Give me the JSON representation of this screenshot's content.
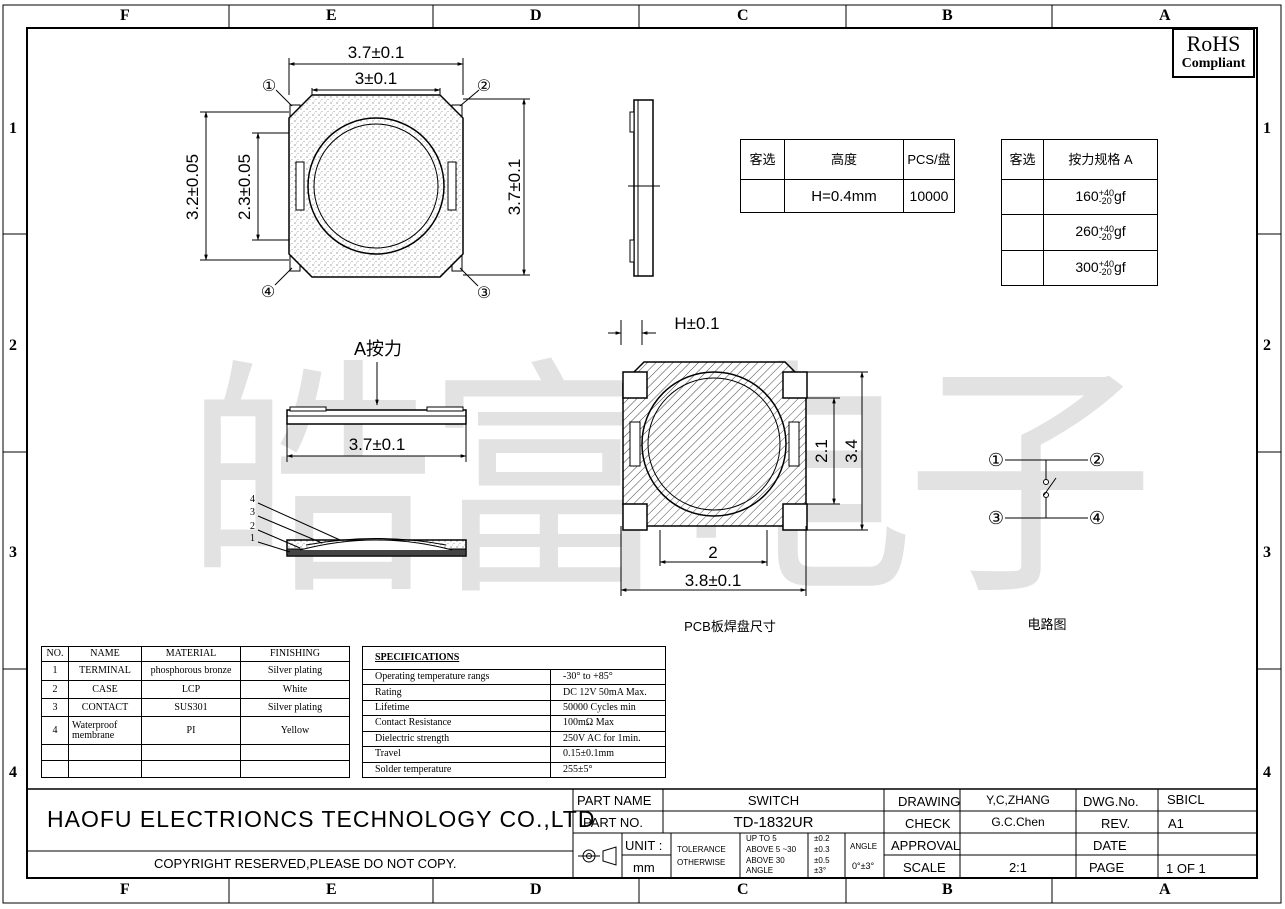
{
  "border": {
    "columns": [
      "F",
      "E",
      "D",
      "C",
      "B",
      "A"
    ],
    "rows": [
      "1",
      "2",
      "3",
      "4"
    ]
  },
  "rohs": {
    "line1": "RoHS",
    "line2": "Compliant"
  },
  "watermark": "皓富电子",
  "top_view": {
    "dim_outer_width": "3.7±0.1",
    "dim_inner_width": "3±0.1",
    "dim_left_outer": "3.2±0.05",
    "dim_left_inner": "2.3±0.05",
    "dim_right": "3.7±0.1",
    "pins": [
      "①",
      "②",
      "③",
      "④"
    ]
  },
  "height_table": {
    "headers": [
      "客选",
      "高度",
      "PCS/盘"
    ],
    "row": [
      "",
      "H=0.4mm",
      "10000"
    ]
  },
  "force_table": {
    "headers": [
      "客选",
      "按力规格 A"
    ],
    "rows": [
      {
        "base": "160",
        "sup": "+40",
        "sub": "-20",
        "unit": "gf"
      },
      {
        "base": "260",
        "sup": "+40",
        "sub": "-20",
        "unit": "gf"
      },
      {
        "base": "300",
        "sup": "+40",
        "sub": "-20",
        "unit": "gf"
      }
    ]
  },
  "side_view": {
    "force_label": "A按力",
    "dim_width": "3.7±0.1"
  },
  "exploded_view": {
    "labels": [
      "4",
      "3",
      "2",
      "1"
    ]
  },
  "pcb_view": {
    "dim_h": "H±0.1",
    "dim_inner_w": "2",
    "dim_outer_w": "3.8±0.1",
    "dim_inner_h": "2.1",
    "dim_outer_h": "3.4",
    "caption": "PCB板焊盘尺寸"
  },
  "circuit": {
    "pins": [
      "①",
      "②",
      "③",
      "④"
    ],
    "caption": "电路图"
  },
  "parts_table": {
    "headers": [
      "NO.",
      "NAME",
      "MATERIAL",
      "FINISHING"
    ],
    "rows": [
      [
        "1",
        "TERMINAL",
        "phosphorous bronze",
        "Silver plating"
      ],
      [
        "2",
        "CASE",
        "LCP",
        "White"
      ],
      [
        "3",
        "CONTACT",
        "SUS301",
        "Silver plating"
      ],
      [
        "4",
        "Waterproof membrane",
        "PI",
        "Yellow"
      ],
      [
        "",
        "",
        "",
        ""
      ],
      [
        "",
        "",
        "",
        ""
      ]
    ]
  },
  "spec_table": {
    "title": "SPECIFICATIONS",
    "rows": [
      [
        "Operating temperature rangs",
        "-30° to +85°"
      ],
      [
        "Rating",
        "DC 12V 50mA Max."
      ],
      [
        "Lifetime",
        "50000 Cycles min"
      ],
      [
        "Contact Resistance",
        "100mΩ Max"
      ],
      [
        "Dielectric strength",
        "250V AC for 1min."
      ],
      [
        "Travel",
        "0.15±0.1mm"
      ],
      [
        "Solder temperature",
        "255±5°"
      ]
    ]
  },
  "title_block": {
    "company": "HAOFU ELECTRIONCS TECHNOLOGY CO.,LTD",
    "copyright": "COPYRIGHT RESERVED,PLEASE DO NOT COPY.",
    "part_name_label": "PART NAME",
    "part_name": "SWITCH",
    "part_no_label": "PART NO.",
    "part_no": "TD-1832UR",
    "unit_label": "UNIT :",
    "unit": "mm",
    "tolerance_label": "TOLERANCE",
    "otherwise_label": "OTHERWISE",
    "tol_ranges": [
      "UP TO 5",
      "ABOVE 5 ~30",
      "ABOVE 30"
    ],
    "tol_values": [
      "±0.2",
      "±0.3",
      "±0.5"
    ],
    "angle_label_small": "ANGLE",
    "angle_value_small": "±3°",
    "angle_label": "ANGLE",
    "angle_value": "0°±3°",
    "drawing_label": "DRAWING",
    "drawing": "Y,C,ZHANG",
    "check_label": "CHECK",
    "check": "G.C.Chen",
    "approval_label": "APPROVAL",
    "approval": "",
    "scale_label": "SCALE",
    "scale": "2:1",
    "dwg_no_label": "DWG.No.",
    "dwg_no": "SBICL",
    "rev_label": "REV.",
    "rev": "A1",
    "date_label": "DATE",
    "date": "",
    "page_label": "PAGE",
    "page": "1 OF 1"
  }
}
